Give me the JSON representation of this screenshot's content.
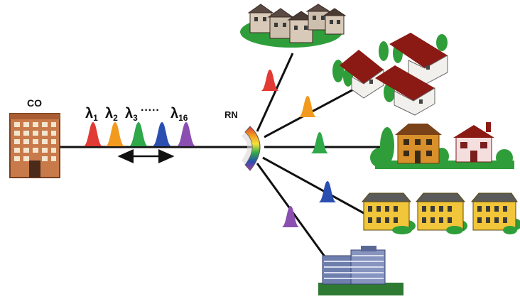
{
  "labels": {
    "co": "CO",
    "rn": "RN",
    "lambda_sym": "λ",
    "ellipsis": "·····"
  },
  "wavelengths": [
    {
      "sub": "1",
      "color": "#e23a34"
    },
    {
      "sub": "2",
      "color": "#f29a1e"
    },
    {
      "sub": "3",
      "color": "#2fa84a"
    },
    {
      "sub": "",
      "color": "#2a4fb0"
    },
    {
      "sub": "16",
      "color": "#8a4fb0"
    }
  ],
  "branches": [
    {
      "target": "townhouses",
      "pulse_color": "#e23a34"
    },
    {
      "target": "red-roof-houses",
      "pulse_color": "#f29a1e"
    },
    {
      "target": "brick-houses",
      "pulse_color": "#2fa84a"
    },
    {
      "target": "apartment-blocks",
      "pulse_color": "#2a4fb0"
    },
    {
      "target": "office-building",
      "pulse_color": "#8a4fb0"
    }
  ],
  "icons": {
    "central_office": "office-tower-icon",
    "remote_node": "prism-splitter-icon",
    "bidirectional": "double-arrow-icon"
  }
}
